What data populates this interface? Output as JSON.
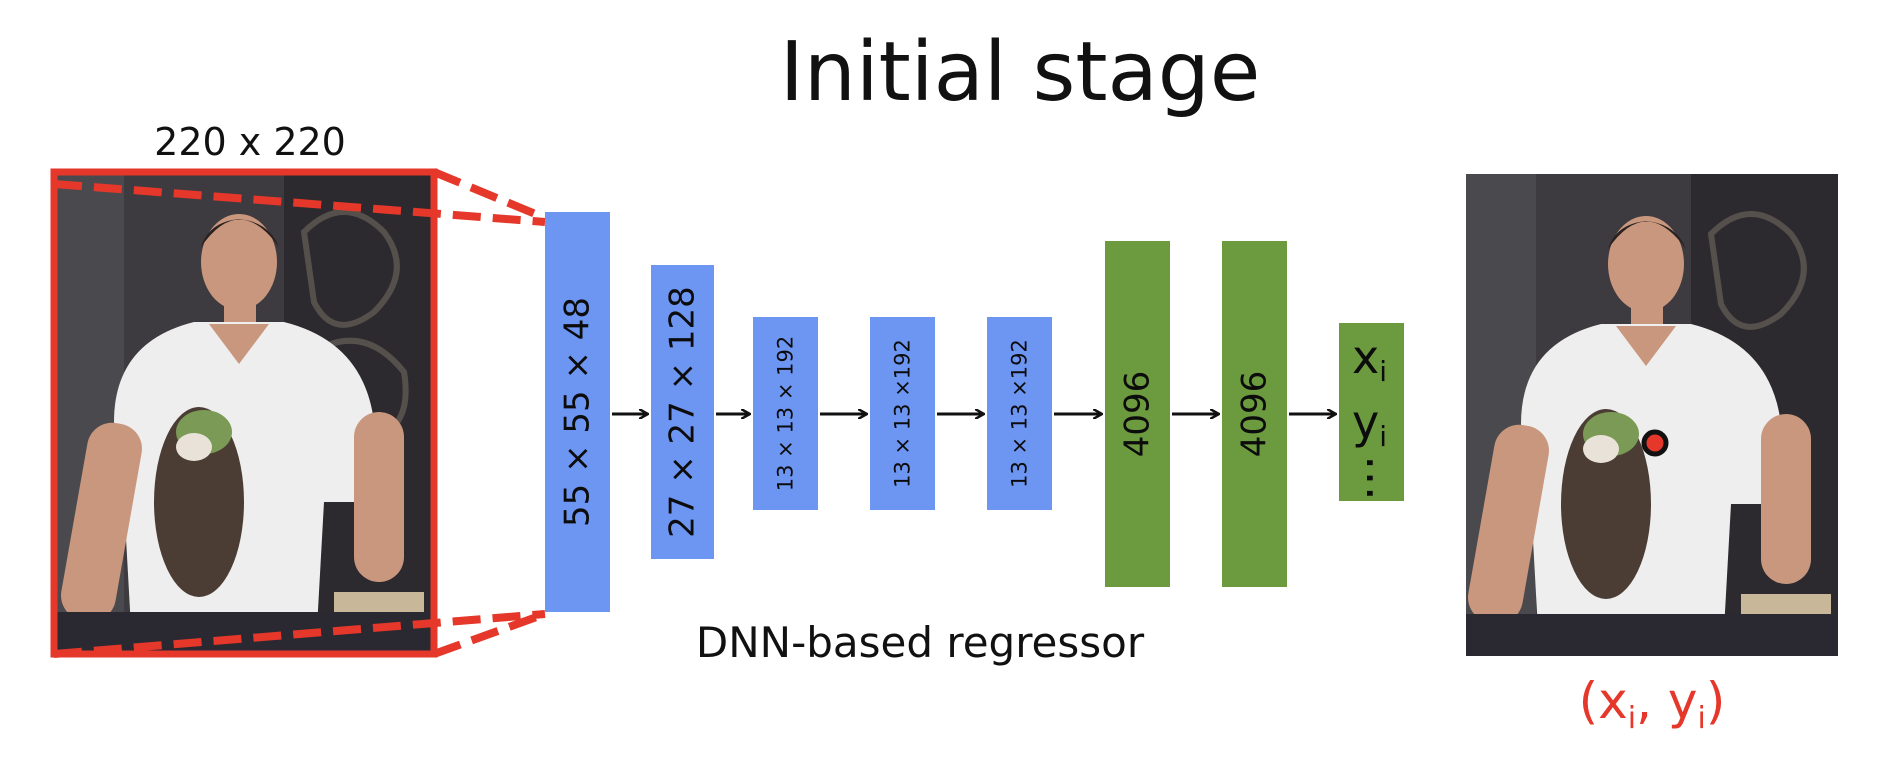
{
  "title": "Initial stage",
  "input_size_label": "220 x 220",
  "caption": "DNN-based regressor",
  "layers": [
    {
      "label": "55 × 55 × 48",
      "color": "#6d95f2",
      "kind": "conv"
    },
    {
      "label": "27 × 27 × 128",
      "color": "#6d95f2",
      "kind": "conv"
    },
    {
      "label": "13 × 13 × 192",
      "color": "#6d95f2",
      "kind": "conv"
    },
    {
      "label": "13 × 13 ×192",
      "color": "#6d95f2",
      "kind": "conv"
    },
    {
      "label": "13 × 13 ×192",
      "color": "#6d95f2",
      "kind": "conv"
    },
    {
      "label": "4096",
      "color": "#6c9a3f",
      "kind": "fc"
    },
    {
      "label": "4096",
      "color": "#6c9a3f",
      "kind": "fc"
    }
  ],
  "output_box": {
    "x": "x",
    "y": "y",
    "sub": "i",
    "ellipsis": "…",
    "color": "#6c9a3f"
  },
  "output_coord": {
    "open": "(",
    "x": "x",
    "sub": "i",
    "sep": ", ",
    "y": "y",
    "close": ")"
  },
  "colors": {
    "crop_border": "#e5372a",
    "marker": "#e5372a",
    "arrow": "#111111"
  },
  "icons": {
    "input_photo": "person-holding-ferret-photo",
    "output_photo": "person-holding-ferret-photo-with-keypoint"
  }
}
